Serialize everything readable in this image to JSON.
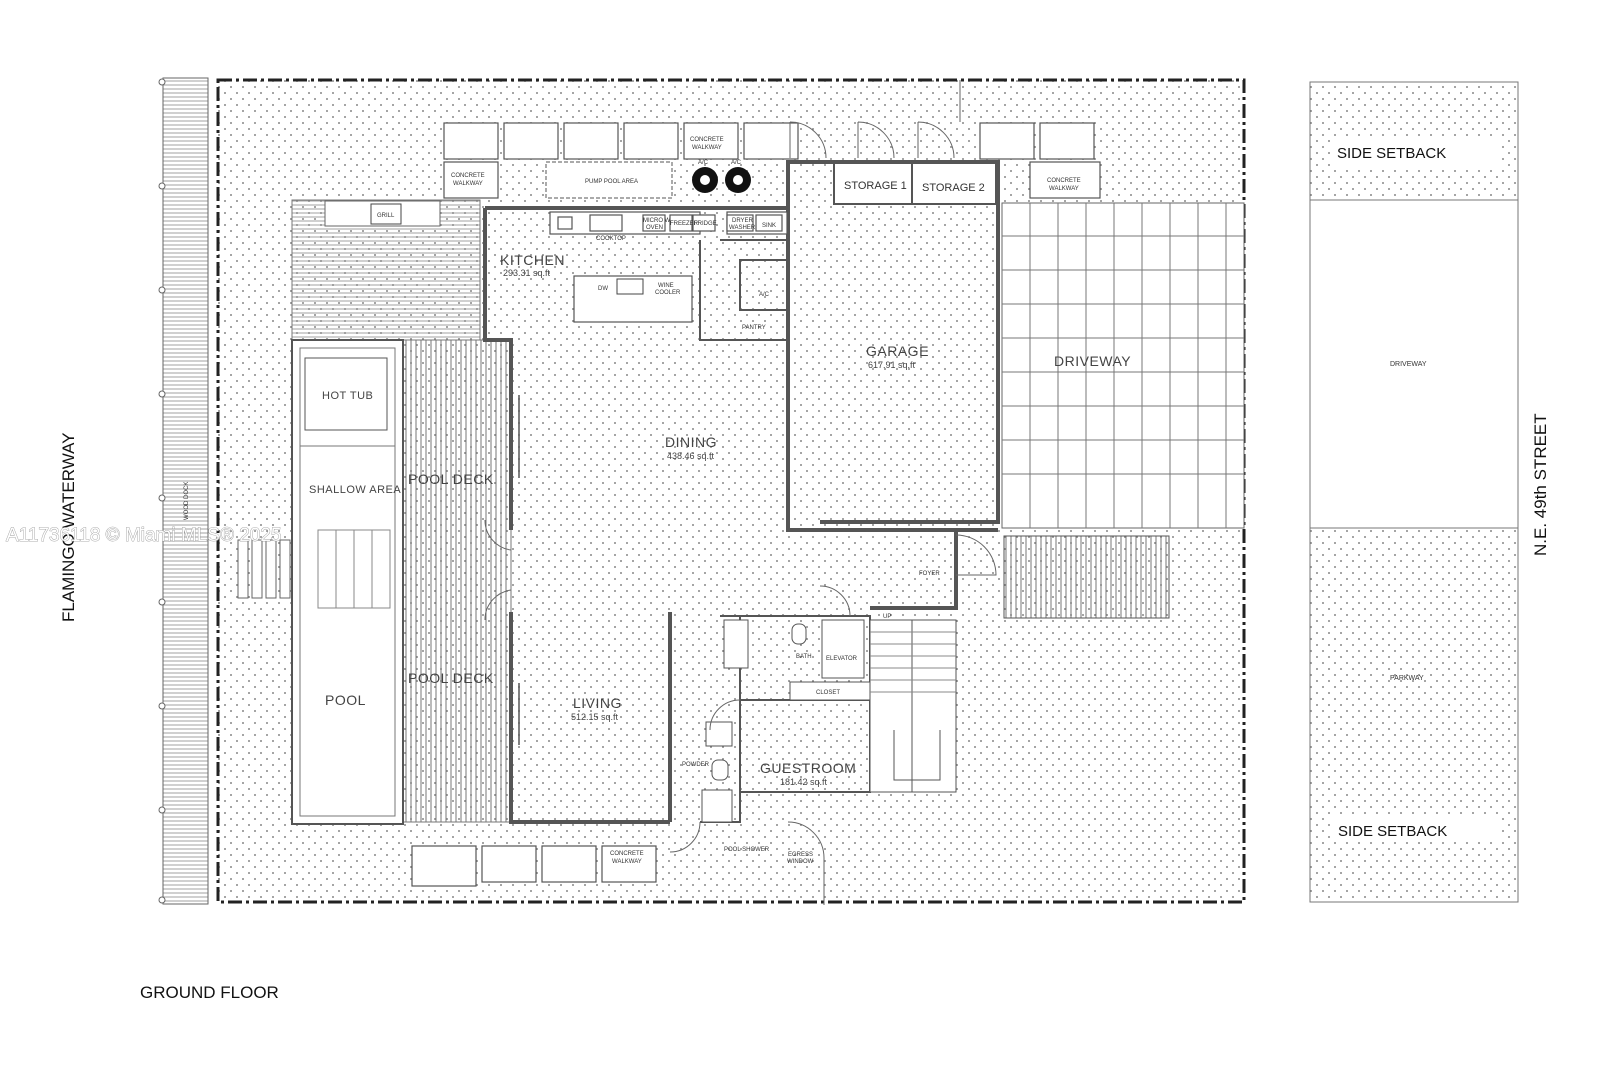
{
  "plan": {
    "floor_title": "GROUND FLOOR",
    "waterway": "FLAMINGO WATERWAY",
    "street": "N.E. 49th STREET",
    "watermark": "A11736118 © Miami MLS® 2025",
    "wood_dock": "WOOD DOCK",
    "rooms": {
      "kitchen": {
        "name": "KITCHEN",
        "area": "293.31 sq.ft"
      },
      "dining": {
        "name": "DINING",
        "area": "438.46 sq.ft"
      },
      "living": {
        "name": "LIVING",
        "area": "512.15 sq.ft"
      },
      "garage": {
        "name": "GARAGE",
        "area": "617.91 sq.ft"
      },
      "guestroom": {
        "name": "GUESTROOM",
        "area": "181.42 sq.ft"
      }
    },
    "outdoor": {
      "hot_tub": "HOT TUB",
      "shallow_area": "SHALLOW AREA",
      "pool": "POOL",
      "pool_deck_1": "POOL DECK",
      "pool_deck_2": "POOL DECK",
      "driveway": "DRIVEWAY",
      "pump_pool_area": "PUMP POOL AREA",
      "storage_1": "STORAGE 1",
      "storage_2": "STORAGE 2",
      "grill": "GRILL"
    },
    "small_labels": {
      "concrete": "CONCRETE",
      "walkway": "WALKWAY",
      "ac": "A/C",
      "cooktop": "COOKTOP",
      "micro": "MICRO W",
      "oven": "OVEN",
      "freezer": "FREEZER",
      "fridge": "FRIDGE",
      "dryer": "DRYER",
      "washer": "WASHER",
      "sink_1": "SINK",
      "dw": "DW",
      "wine": "WINE",
      "cooler": "COOLER",
      "pantry": "PANTRY",
      "foyer": "FOYER",
      "up": "UP",
      "bath": "BATH",
      "elevator": "ELEVATOR",
      "closet": "CLOSET",
      "powder": "POWDER",
      "pool_shower": "POOL SHOWER",
      "egress": "EGRESS",
      "window": "WINDOW"
    },
    "site_strip": {
      "side_setback_top": "SIDE SETBACK",
      "driveway": "DRIVEWAY",
      "parkway": "PARKWAY",
      "side_setback_bottom": "SIDE SETBACK"
    }
  }
}
